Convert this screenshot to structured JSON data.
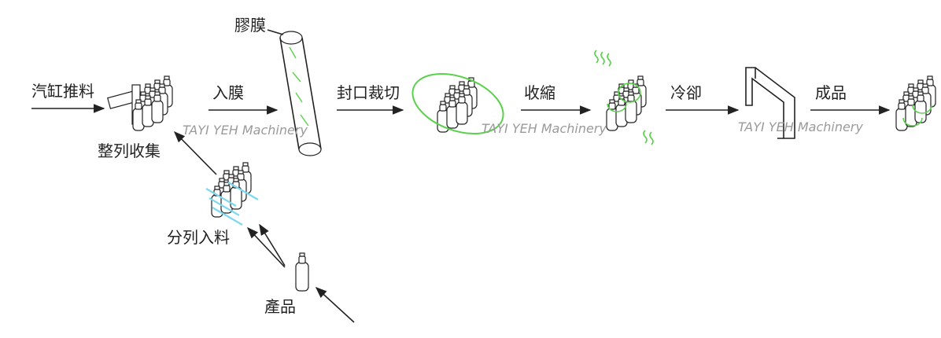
{
  "labels": {
    "cylinder_push": "汽缸推料",
    "arrange_collect": "整列收集",
    "film_in": "入膜",
    "film": "膠膜",
    "seal_cut": "封口裁切",
    "shrink": "收縮",
    "cool": "冷卻",
    "finished": "成品",
    "split_feed": "分列入料",
    "product": "產品"
  },
  "watermark": "TAYI YEH Machinery",
  "colors": {
    "line": "#222222",
    "accent_green": "#5ad14a",
    "accent_cyan": "#7fd8ee",
    "watermark": "#9a9a9a"
  }
}
